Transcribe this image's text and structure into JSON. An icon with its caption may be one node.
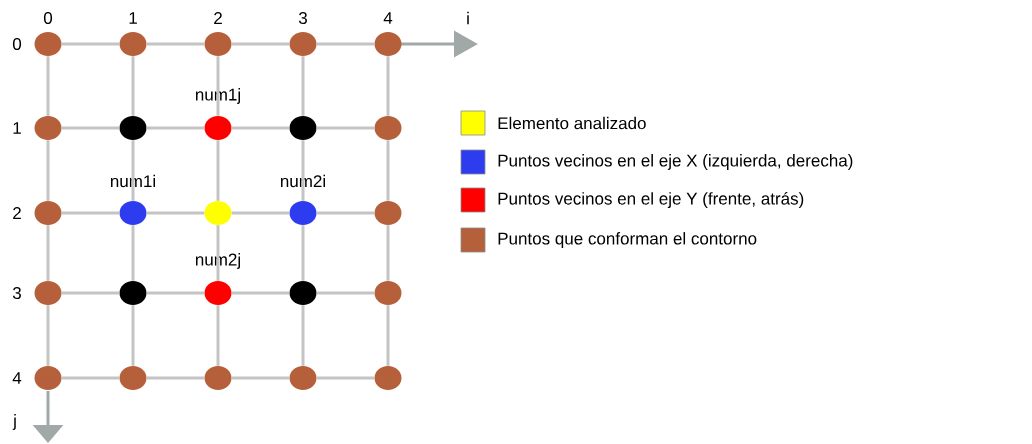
{
  "diagram": {
    "nodes": [
      {
        "text": [],
        "shape": "circle"
      },
      {
        "text": [],
        "shape": "circle"
      },
      {
        "text": [],
        "shape": "circle"
      },
      {
        "text": [],
        "shape": "circle"
      },
      {
        "text": [],
        "shape": "circle"
      },
      {
        "text": [],
        "shape": "circle"
      },
      {
        "text": [],
        "shape": "circle"
      },
      {
        "text": [],
        "shape": "circle",
        "beside": [
          "num1j"
        ]
      },
      {
        "text": [],
        "shape": "circle"
      },
      {
        "text": [],
        "shape": "circle"
      },
      {
        "text": [],
        "shape": "circle"
      },
      {
        "text": [],
        "shape": "circle",
        "beside": [
          "num1i"
        ]
      },
      {
        "text": [],
        "shape": "circle"
      },
      {
        "text": [],
        "shape": "circle",
        "beside": [
          "num2i"
        ]
      },
      {
        "text": [],
        "shape": "circle"
      },
      {
        "text": [],
        "shape": "circle"
      },
      {
        "text": [],
        "shape": "circle"
      },
      {
        "text": [],
        "shape": "circle",
        "beside": [
          "num2j"
        ]
      },
      {
        "text": [],
        "shape": "circle"
      },
      {
        "text": [],
        "shape": "circle"
      },
      {
        "text": [],
        "shape": "circle"
      },
      {
        "text": [],
        "shape": "circle"
      },
      {
        "text": [],
        "shape": "circle"
      },
      {
        "text": [],
        "shape": "circle"
      },
      {
        "text": [],
        "shape": "circle"
      }
    ],
    "edges": [
      {
        "from": 0,
        "to": 1,
        "arrow": "none"
      },
      {
        "from": 1,
        "to": 2,
        "arrow": "none"
      },
      {
        "from": 2,
        "to": 3,
        "arrow": "none"
      },
      {
        "from": 3,
        "to": 4,
        "arrow": "none"
      },
      {
        "from": 5,
        "to": 6,
        "arrow": "none"
      },
      {
        "from": 6,
        "to": 7,
        "arrow": "none"
      },
      {
        "from": 7,
        "to": 8,
        "arrow": "none"
      },
      {
        "from": 8,
        "to": 9,
        "arrow": "none"
      },
      {
        "from": 10,
        "to": 11,
        "arrow": "none"
      },
      {
        "from": 11,
        "to": 12,
        "arrow": "none"
      },
      {
        "from": 12,
        "to": 13,
        "arrow": "none"
      },
      {
        "from": 13,
        "to": 14,
        "arrow": "none"
      },
      {
        "from": 15,
        "to": 16,
        "arrow": "none"
      },
      {
        "from": 16,
        "to": 17,
        "arrow": "none"
      },
      {
        "from": 17,
        "to": 18,
        "arrow": "none"
      },
      {
        "from": 18,
        "to": 19,
        "arrow": "none"
      },
      {
        "from": 20,
        "to": 21,
        "arrow": "none"
      },
      {
        "from": 21,
        "to": 22,
        "arrow": "none"
      },
      {
        "from": 22,
        "to": 23,
        "arrow": "none"
      },
      {
        "from": 23,
        "to": 24,
        "arrow": "none"
      },
      {
        "from": 0,
        "to": 5,
        "arrow": "none"
      },
      {
        "from": 5,
        "to": 10,
        "arrow": "none"
      },
      {
        "from": 10,
        "to": 15,
        "arrow": "none"
      },
      {
        "from": 15,
        "to": 20,
        "arrow": "none"
      },
      {
        "from": 1,
        "to": 6,
        "arrow": "none"
      },
      {
        "from": 6,
        "to": 11,
        "arrow": "none"
      },
      {
        "from": 11,
        "to": 16,
        "arrow": "none"
      },
      {
        "from": 16,
        "to": 21,
        "arrow": "none"
      },
      {
        "from": 2,
        "to": 7,
        "arrow": "none"
      },
      {
        "from": 7,
        "to": 12,
        "arrow": "none"
      },
      {
        "from": 12,
        "to": 17,
        "arrow": "none"
      },
      {
        "from": 17,
        "to": 22,
        "arrow": "none"
      },
      {
        "from": 3,
        "to": 8,
        "arrow": "none"
      },
      {
        "from": 8,
        "to": 13,
        "arrow": "none"
      },
      {
        "from": 13,
        "to": 18,
        "arrow": "none"
      },
      {
        "from": 18,
        "to": 23,
        "arrow": "none"
      },
      {
        "from": 4,
        "to": 9,
        "arrow": "none"
      },
      {
        "from": 9,
        "to": 14,
        "arrow": "none"
      },
      {
        "from": 14,
        "to": 19,
        "arrow": "none"
      },
      {
        "from": 19,
        "to": 24,
        "arrow": "none"
      }
    ],
    "labels": [
      "0",
      "1",
      "2",
      "3",
      "4",
      "i",
      "0",
      "1",
      "2",
      "3",
      "4",
      "j"
    ],
    "legend": [
      {
        "text": "Elemento analizado",
        "color": "#ffff00"
      },
      {
        "text": "Puntos vecinos en el eje X  (izquierda, derecha)",
        "color": "#2e3cf0"
      },
      {
        "text": "Puntos vecinos en el eje Y  (frente, atrás)",
        "color": "#ff0000"
      },
      {
        "text": "Puntos que conforman el contorno",
        "color": "#b5603a"
      }
    ]
  }
}
